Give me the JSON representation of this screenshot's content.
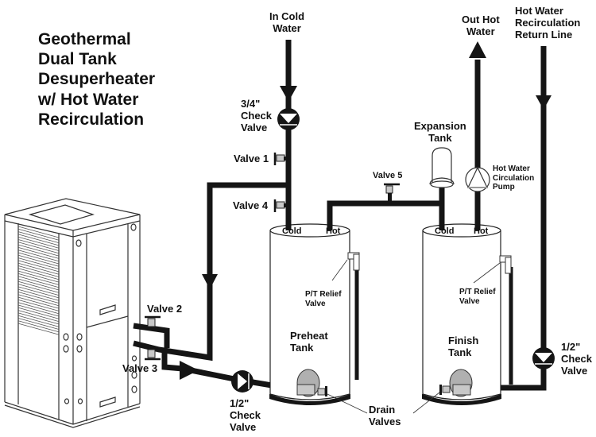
{
  "title": "Geothermal\nDual Tank\nDesuperheater\nw/ Hot Water\nRecirculation",
  "labels": {
    "in_cold_water": "In Cold\nWater",
    "out_hot_water": "Out Hot\nWater",
    "recirc_return_line": "Hot Water\nRecirculation\nReturn Line",
    "check_valve_3_4": "3/4\"\nCheck\nValve",
    "valve_1": "Valve 1",
    "valve_2": "Valve 2",
    "valve_3": "Valve 3",
    "valve_4": "Valve 4",
    "valve_5": "Valve 5",
    "expansion_tank": "Expansion\nTank",
    "circulation_pump": "Hot Water\nCirculation\nPump",
    "check_valve_1_2_left": "1/2\"\nCheck\nValve",
    "check_valve_1_2_right": "1/2\"\nCheck\nValve",
    "drain_valves": "Drain\nValves"
  },
  "tanks": [
    {
      "name": "Preheat\nTank",
      "cold": "Cold",
      "hot": "Hot",
      "relief": "P/T Relief\nValve"
    },
    {
      "name": "Finish\nTank",
      "cold": "Cold",
      "hot": "Hot",
      "relief": "P/T Relief\nValve"
    }
  ],
  "colors": {
    "pipe": "#151515",
    "valve_body": "#c8c8c8",
    "element_body": "#b0b0b0",
    "outline": "#222222",
    "background": "#ffffff"
  }
}
